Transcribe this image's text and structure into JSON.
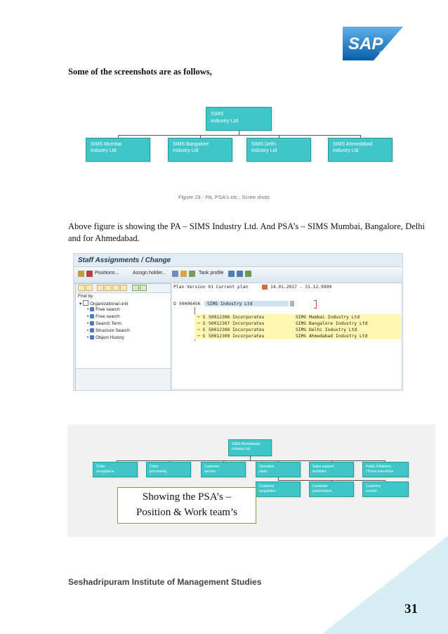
{
  "header": {
    "logo_text": "SAP",
    "logo_mark": "®"
  },
  "intro": "Some of the screenshots are as follows,",
  "figure1": {
    "top": [
      "SIMS",
      "Industry Ltd"
    ],
    "children": [
      [
        "SIMS Mumbai",
        "Industry Ltd"
      ],
      [
        "SIMS Bangalore",
        "Industry Ltd"
      ],
      [
        "SIMS Delhi",
        "Industry Ltd"
      ],
      [
        "SIMS Ahmedabad",
        "Industry Ltd"
      ]
    ],
    "caption": "Figure 29 - PA, PSA's etc.; Scree shots"
  },
  "paragraph": "Above figure is showing the PA – SIMS Industry Ltd. And PSA’s – SIMS Mumbai, Bangalore, Delhi and for Ahmedabad.",
  "gui": {
    "title": "Staff Assignments / Change",
    "toolbar": {
      "positions": "Positions...",
      "assign_holder": "Assign holder...",
      "task_profile": "Task profile"
    },
    "find_by": "Find by",
    "tree": [
      "Organizational unit",
      "Free search",
      "Free search",
      "Search Term",
      "Structure Search",
      "Object History"
    ],
    "plan_version": "Plan Version 01 Current plan",
    "date_range": "14.01.2017 - 31.12.9999",
    "root": {
      "type": "O",
      "id": "50006456",
      "name": "SIMS Industry Ltd"
    },
    "rows": [
      {
        "type": "S",
        "id": "50012306",
        "desc": "Incorporates",
        "name": "SIMS Mumbai Industry Ltd"
      },
      {
        "type": "S",
        "id": "50012307",
        "desc": "Incorporates",
        "name": "SIMS Bangalore Industry Ltd"
      },
      {
        "type": "S",
        "id": "50012308",
        "desc": "Incorporates",
        "name": "SIMS Delhi Industry Ltd"
      },
      {
        "type": "S",
        "id": "50012309",
        "desc": "Incorporates",
        "name": "SIMS Ahmedabad Industry Ltd"
      }
    ]
  },
  "figure3": {
    "top": [
      "SIMS Ahmedabad",
      "Industry Ltd"
    ],
    "row1": [
      [
        "Order",
        "acceptance"
      ],
      [
        "Order",
        "processing"
      ],
      [
        "Customer",
        "service"
      ],
      [
        "Operative",
        "tasks"
      ],
      [
        "Sales support",
        "activities"
      ],
      [
        "Public Relations",
        "/ Press interviews"
      ]
    ],
    "row2": [
      [
        "Customer",
        "acquisition"
      ],
      [
        "Customer",
        "presentation"
      ],
      [
        "Customer",
        "service"
      ]
    ],
    "callout": [
      "Showing the PSA’s –",
      "Position & Work team’s"
    ]
  },
  "footer": {
    "institute": "Seshadripuram Institute of Management Studies",
    "page": "31"
  },
  "colors": {
    "box": "#3fc6c9",
    "accent_corner": "#d8eef5",
    "sap_blue": "#0a67b3",
    "sap_gold": "#f0ab00"
  }
}
